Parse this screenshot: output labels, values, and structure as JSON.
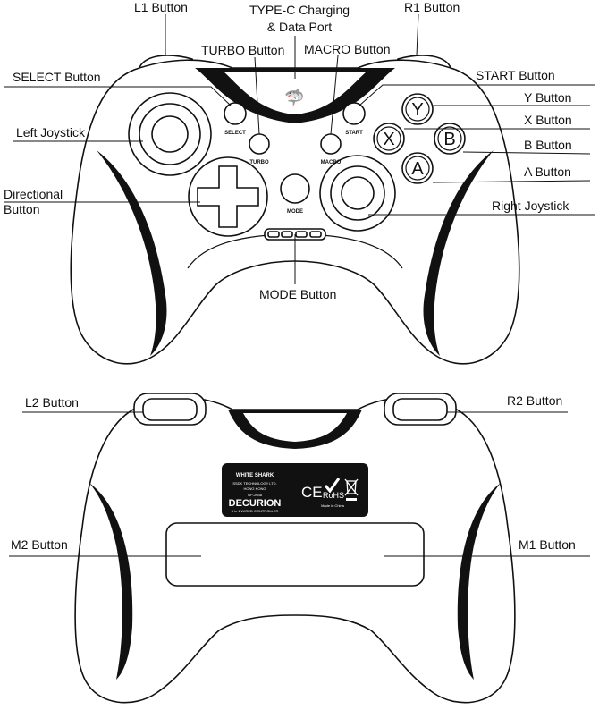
{
  "front": {
    "labels": {
      "l1": "L1 Button",
      "typec_1": "TYPE-C Charging",
      "typec_2": "& Data Port",
      "r1": "R1 Button",
      "turbo": "TURBO Button",
      "macro": "MACRO Button",
      "select": "SELECT Button",
      "start": "START  Button",
      "y": "Y Button",
      "x": "X Button",
      "b": "B Button",
      "a": "A Button",
      "left_joystick": "Left Joystick",
      "directional_1": "Directional",
      "directional_2": "Button",
      "right_joystick": "Right Joystick",
      "mode": "MODE Button"
    },
    "button_text": {
      "select": "SELECT",
      "start": "START",
      "turbo": "TURBO",
      "macro": "MACRO",
      "mode": "MODE",
      "y": "Y",
      "x": "X",
      "b": "B",
      "a": "A"
    }
  },
  "back": {
    "labels": {
      "l2": "L2 Button",
      "r2": "R2 Button",
      "m2": "M2 Button",
      "m1": "M1 Button"
    },
    "plate": {
      "brand": "WHITE SHARK",
      "company_1": "SSDK TECHNOLOGY LTD.",
      "company_2": "HONG KONG",
      "model": "GP-2038",
      "name": "DECURION",
      "desc": "3 in 1 WIRED CONTROLLER",
      "ce": "CE",
      "rohs": "RoHS",
      "made": "Made in China"
    }
  }
}
